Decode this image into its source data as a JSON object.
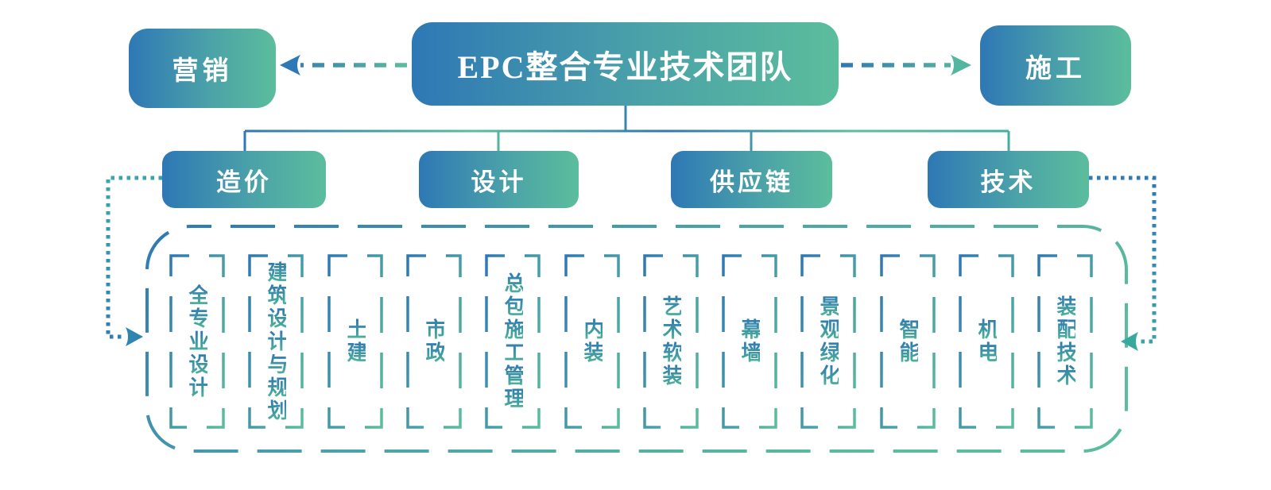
{
  "title": {
    "label": "EPC整合专业技术团队"
  },
  "top_row": {
    "left": {
      "label": "营销"
    },
    "right": {
      "label": "施工"
    }
  },
  "departments": [
    {
      "label": "造价"
    },
    {
      "label": "设计"
    },
    {
      "label": "供应链"
    },
    {
      "label": "技术"
    }
  ],
  "capabilities": [
    {
      "label": "全专业设计"
    },
    {
      "label": "建筑设计与规划"
    },
    {
      "label": "土建"
    },
    {
      "label": "市政"
    },
    {
      "label": "总包施工管理"
    },
    {
      "label": "内装"
    },
    {
      "label": "艺术软装"
    },
    {
      "label": "幕墙"
    },
    {
      "label": "景观绿化"
    },
    {
      "label": "智能"
    },
    {
      "label": "机电"
    },
    {
      "label": "装配技术"
    }
  ],
  "colors": {
    "gradient_start": "#2E78B5",
    "gradient_end": "#5BBD9C"
  }
}
